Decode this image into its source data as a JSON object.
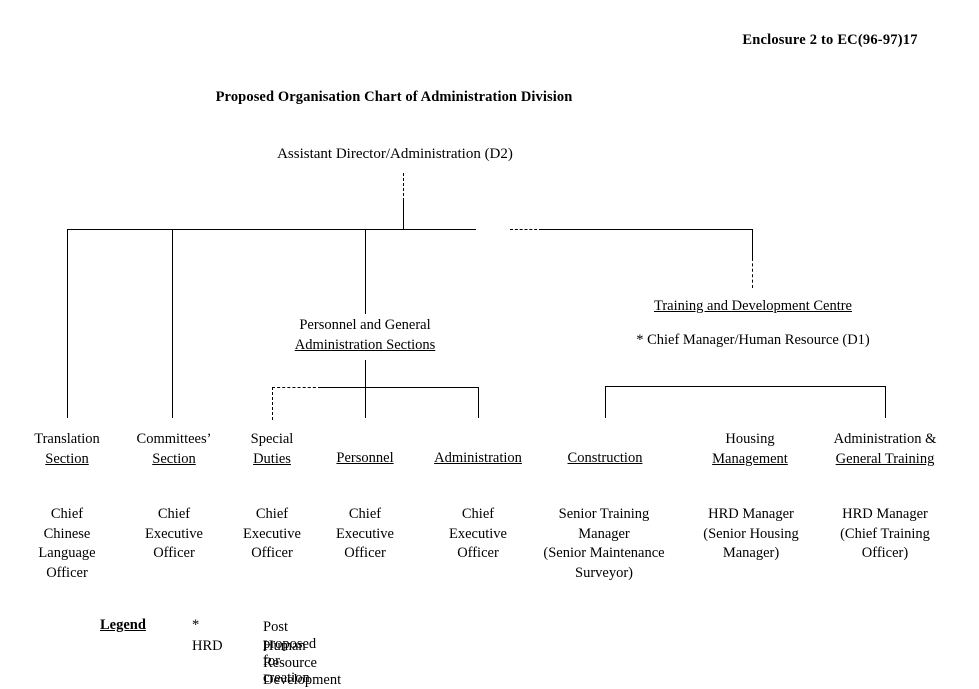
{
  "document": {
    "enclosure_ref": "Enclosure 2 to EC(96-97)17",
    "title": "Proposed Organisation Chart of Administration Division"
  },
  "chart_data": {
    "type": "diagram",
    "title": "Proposed Organisation Chart of Administration Division",
    "root": {
      "label": "Assistant Director/Administration (D2)",
      "grade": "D2"
    },
    "groups": [
      {
        "name": "personnel-and-general-administration",
        "heading_line1": "Personnel and General",
        "heading_line2": "Administration Sections",
        "heading_underline": "second-line"
      },
      {
        "name": "training-and-development-centre",
        "heading_line1": "Training and Development Centre",
        "heading_line2": "* Chief Manager/Human Resource (D1)",
        "heading_underline": "first-line"
      }
    ],
    "units": [
      {
        "label_line1": "Translation",
        "label_line2": "Section",
        "post": "Chief\nChinese\nLanguage\nOfficer"
      },
      {
        "label_line1": "Committees’",
        "label_line2": "Section",
        "post": "Chief\nExecutive\nOfficer"
      },
      {
        "label_line1": "Special",
        "label_line2": "Duties",
        "post": "Chief\nExecutive\nOfficer"
      },
      {
        "label_line1": "",
        "label_line2": "Personnel",
        "post": "Chief\nExecutive\nOfficer"
      },
      {
        "label_line1": "",
        "label_line2": "Administration",
        "post": "Chief\nExecutive\nOfficer"
      },
      {
        "label_line1": "",
        "label_line2": "Construction",
        "post": "Senior Training\nManager\n(Senior Maintenance\nSurveyor)"
      },
      {
        "label_line1": "Housing",
        "label_line2": "Management",
        "post": "HRD Manager\n(Senior Housing\nManager)"
      },
      {
        "label_line1": "Administration &",
        "label_line2": "General Training",
        "post": "HRD Manager\n(Chief Training\nOfficer)"
      }
    ]
  },
  "legend": {
    "title": "Legend",
    "entries": [
      {
        "symbol": "*",
        "description": "Post proposed for creation"
      },
      {
        "symbol": "HRD",
        "description": "Human Resource Development"
      }
    ]
  },
  "colors": {
    "ink": "#000000",
    "paper": "#ffffff"
  }
}
